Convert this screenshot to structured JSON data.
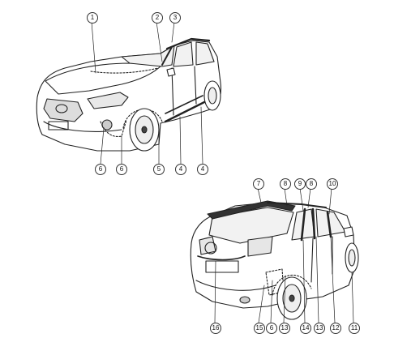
{
  "callouts": {
    "front": [
      "1",
      "2",
      "3",
      "4",
      "4",
      "5",
      "6",
      "6"
    ],
    "rear": [
      "7",
      "8",
      "8",
      "9",
      "10",
      "11",
      "12",
      "13",
      "13",
      "14",
      "15",
      "16",
      "6"
    ]
  },
  "colors": {
    "line": "#222222",
    "body": "#ffffff",
    "shade": "#cccccc",
    "dark": "#444444"
  }
}
